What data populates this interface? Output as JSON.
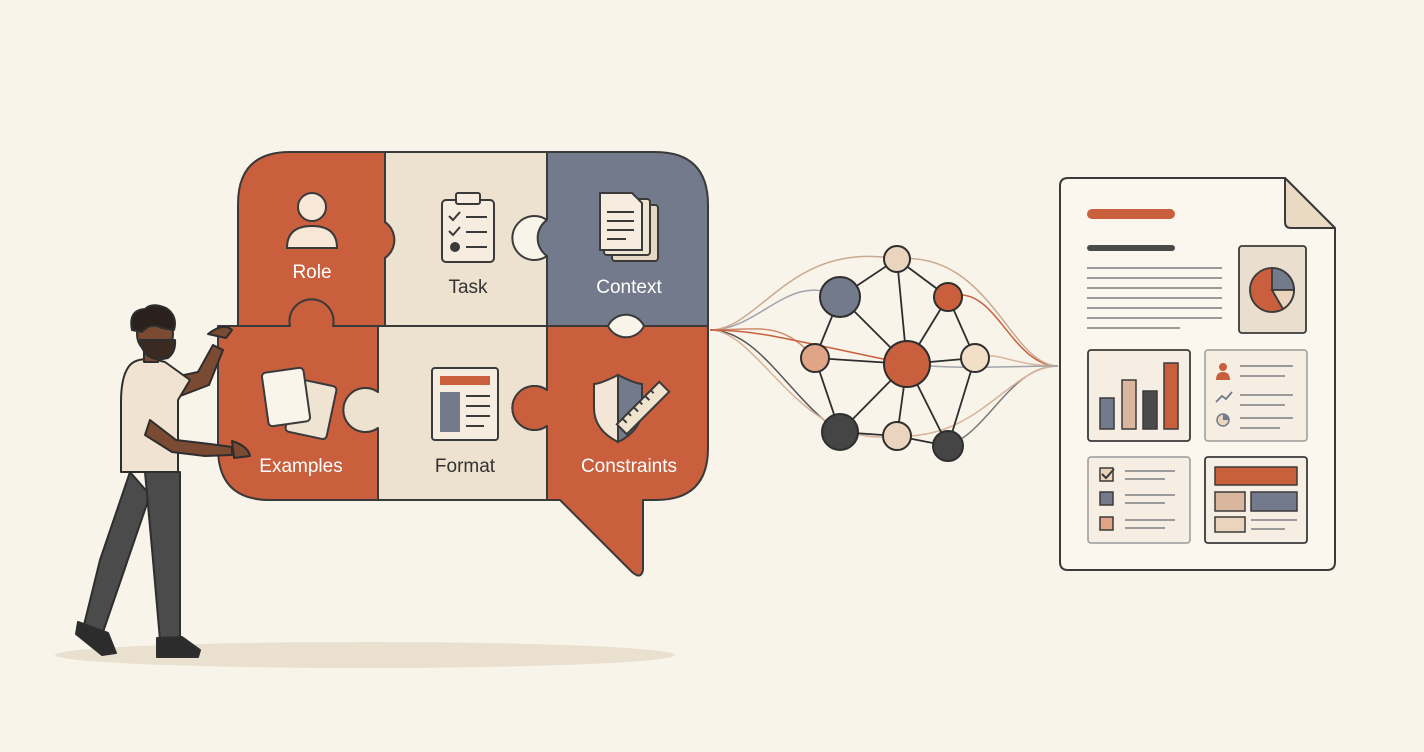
{
  "puzzle": {
    "pieces": [
      {
        "id": "role",
        "label": "Role",
        "icon": "person-icon"
      },
      {
        "id": "task",
        "label": "Task",
        "icon": "clipboard-checklist-icon"
      },
      {
        "id": "context",
        "label": "Context",
        "icon": "documents-icon"
      },
      {
        "id": "examples",
        "label": "Examples",
        "icon": "cards-icon"
      },
      {
        "id": "format",
        "label": "Format",
        "icon": "layout-template-icon"
      },
      {
        "id": "constraints",
        "label": "Constraints",
        "icon": "shield-ruler-icon"
      }
    ]
  },
  "figure": {
    "icon": "person-holding-puzzle-piece"
  },
  "network": {
    "icon": "neural-network-icon"
  },
  "output": {
    "icon": "report-document-icon"
  },
  "colors": {
    "background": "#f8f4ea",
    "rust": "#c95f3d",
    "cream": "#ede1cf",
    "slate": "#737a8b",
    "dark": "#454545",
    "tan": "#d9b79e",
    "salmon": "#e0a486"
  }
}
